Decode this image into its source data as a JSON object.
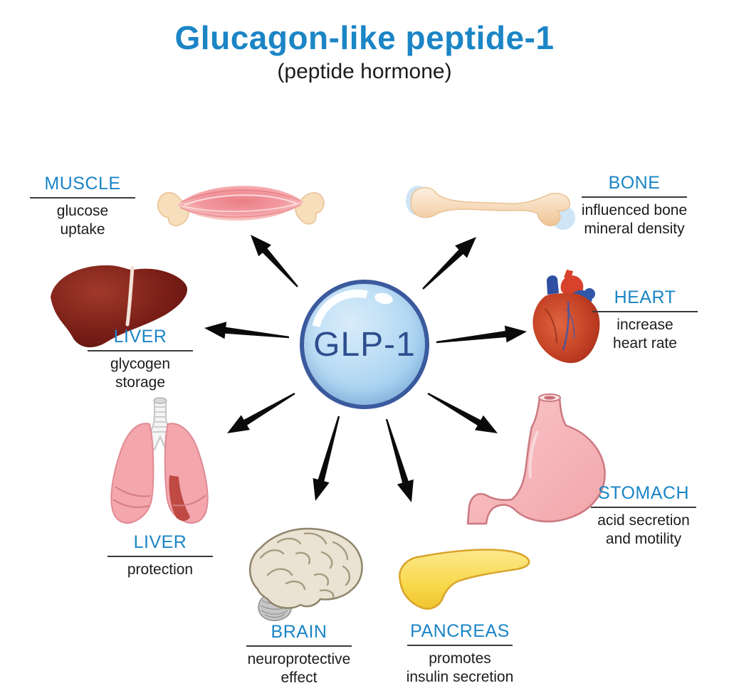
{
  "title": "Glucagon-like peptide-1",
  "subtitle": "(peptide hormone)",
  "center_label": "GLP-1",
  "colors": {
    "accent_blue": "#1b85c6",
    "text_black": "#1c1c1c",
    "bubble_fill": "#aed4f0",
    "bubble_border": "#3b5a9e",
    "bubble_text": "#2e4e8e",
    "arrow_black": "#0a0a0a"
  },
  "organs": {
    "muscle": {
      "name": "MUSCLE",
      "effect": "glucose\nuptake"
    },
    "bone": {
      "name": "BONE",
      "effect": "influenced bone\nmineral density"
    },
    "liver": {
      "name": "LIVER",
      "effect": "glycogen\nstorage"
    },
    "heart": {
      "name": "HEART",
      "effect": "increase\nheart rate"
    },
    "lungs": {
      "name": "LIVER",
      "effect": "protection"
    },
    "stomach": {
      "name": "STOMACH",
      "effect": "acid secretion\nand motility"
    },
    "brain": {
      "name": "BRAIN",
      "effect": "neuroprotective\neffect"
    },
    "pancreas": {
      "name": "PANCREAS",
      "effect": "promotes\ninsulin secretion"
    }
  }
}
